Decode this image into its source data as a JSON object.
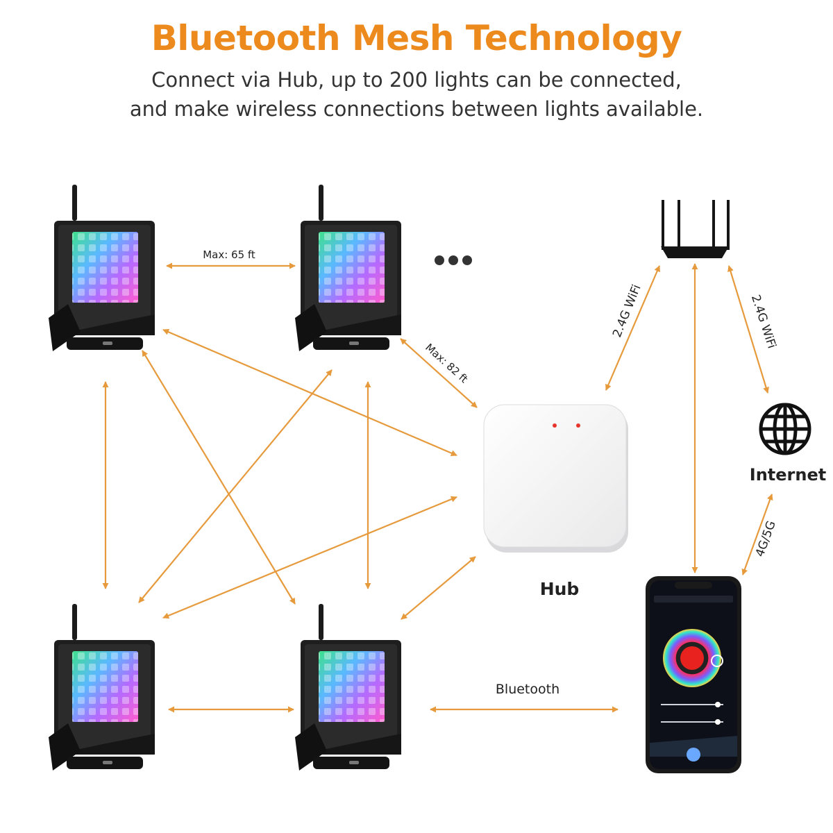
{
  "header": {
    "title": "Bluetooth Mesh Technology",
    "subtitle_line1": "Connect via Hub, up to 200 lights can be connected,",
    "subtitle_line2": "and make wireless connections between lights available."
  },
  "labels": {
    "max_65": "Max: 65 ft",
    "max_82": "Max: 82 ft",
    "wifi_left": "2.4G WiFi",
    "wifi_right": "2.4G  WiFi",
    "net_4g5g": "4G/5G",
    "bluetooth": "Bluetooth",
    "hub": "Hub",
    "internet": "Internet"
  },
  "colors": {
    "accent": "#ec8a1d",
    "arrow": "#e69a3c",
    "text": "#222222"
  },
  "icons": [
    "floodlight-icon",
    "hub-device-icon",
    "wifi-router-icon",
    "globe-icon",
    "smartphone-icon",
    "ellipsis-icon"
  ]
}
